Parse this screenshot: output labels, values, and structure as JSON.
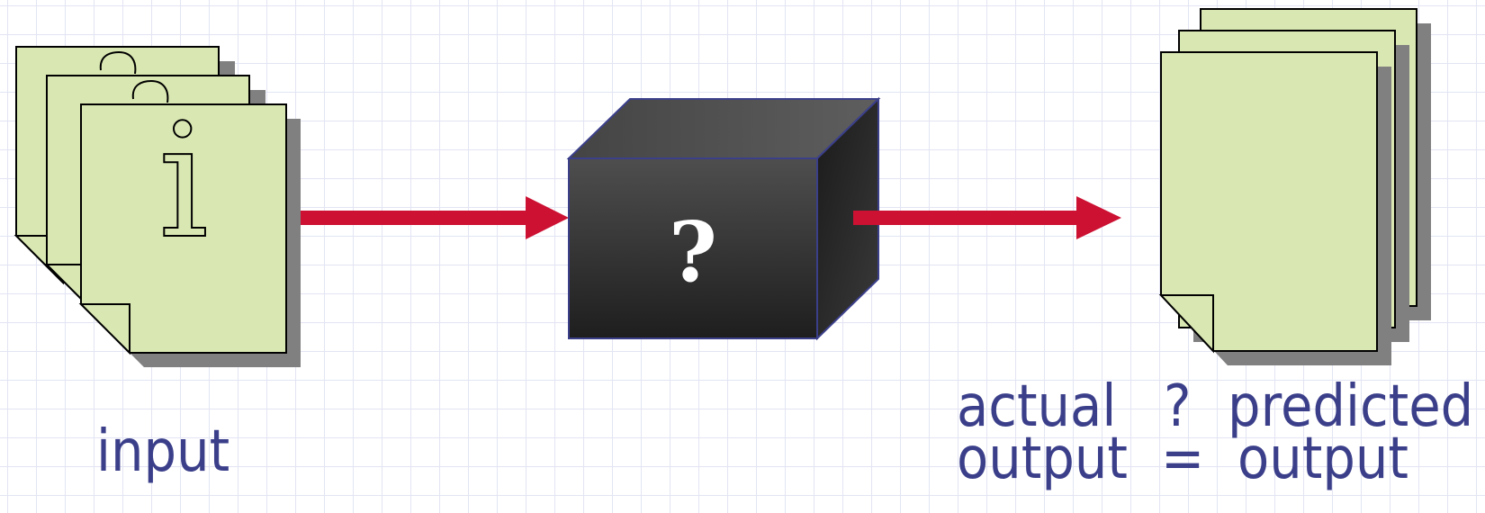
{
  "input_label": "input",
  "black_box": {
    "symbol": "?"
  },
  "output_comparison": {
    "actual_line1": "actual",
    "actual_line2": "output",
    "question": "?",
    "equals": "=",
    "predicted_line1": "predicted",
    "predicted_line2": "output"
  },
  "input_doc_glyph": "i",
  "colors": {
    "doc_fill": "#d9e8b2",
    "shadow": "#808080",
    "arrow": "#cc1133",
    "box_dark": "#1e1e1e",
    "box_top": "#565656",
    "box_edge": "#3b3f8a",
    "text": "#3b3f8a"
  }
}
